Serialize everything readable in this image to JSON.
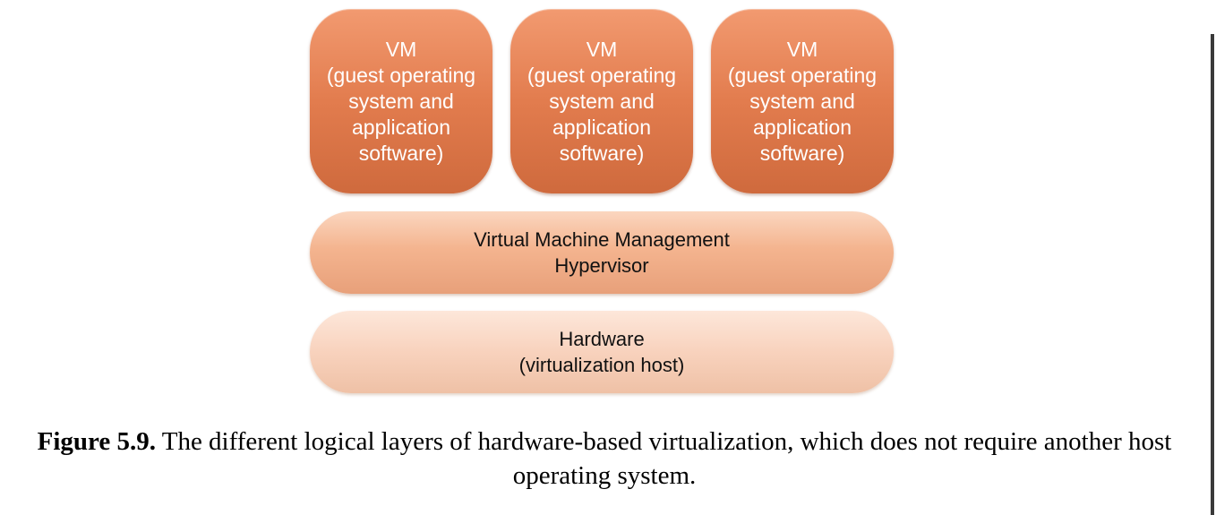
{
  "diagram": {
    "vms": [
      {
        "lines": [
          "VM",
          "(guest operating",
          "system and",
          "application",
          "software)"
        ]
      },
      {
        "lines": [
          "VM",
          "(guest operating",
          "system and",
          "application",
          "software)"
        ]
      },
      {
        "lines": [
          "VM",
          "(guest operating",
          "system and",
          "application",
          "software)"
        ]
      }
    ],
    "hypervisor": {
      "lines": [
        "Virtual Machine Management",
        "Hypervisor"
      ]
    },
    "hardware": {
      "lines": [
        "Hardware",
        "(virtualization host)"
      ]
    },
    "colors": {
      "vm_fill": "#e27c4e",
      "hypervisor_fill": "#f4b48f",
      "hardware_fill": "#f8d2bd"
    }
  },
  "caption": {
    "label": "Figure 5.9.",
    "text": " The different logical layers of hardware-based virtualization, which does not require another host operating system."
  }
}
